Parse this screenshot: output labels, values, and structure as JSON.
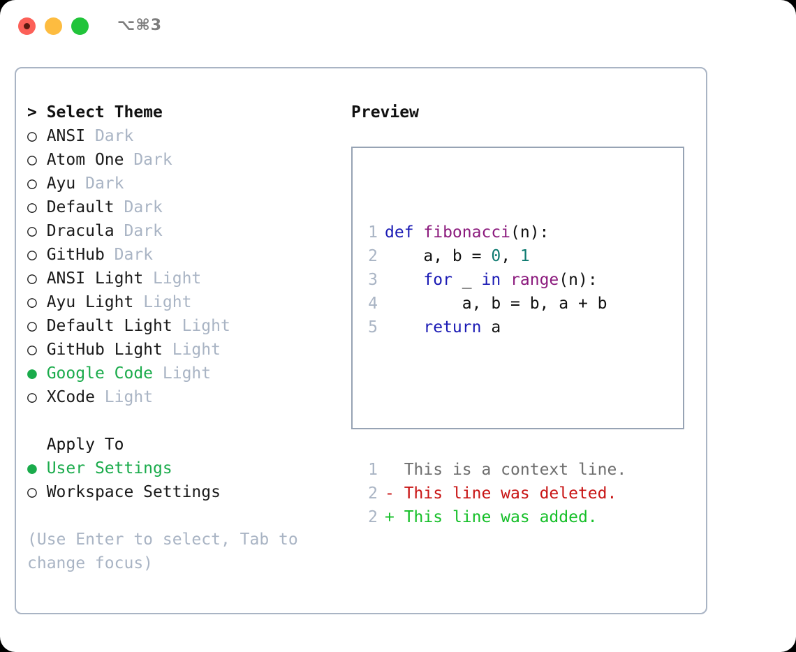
{
  "window": {
    "title_shortcut": "⌥⌘3",
    "traffic_lights": [
      {
        "name": "close-button",
        "color": "#fc6058"
      },
      {
        "name": "minimize-button",
        "color": "#fdbc40"
      },
      {
        "name": "maximize-button",
        "color": "#21c43a"
      }
    ]
  },
  "colors": {
    "accent_green": "#1aab4b",
    "muted": "#a9b4c4",
    "border": "#97a3b4",
    "keyword": "#1a1ab4",
    "function": "#8b1a7d",
    "number": "#0d7a70",
    "diff_deleted": "#c81414",
    "diff_added": "#15bf28",
    "diff_context": "#6e6e6e"
  },
  "theme_picker": {
    "heading": "> Select Theme",
    "bullet_unselected": "○",
    "bullet_selected": "●",
    "items": [
      {
        "bullet": "○",
        "label": "ANSI",
        "tag": "Dark",
        "selected": false
      },
      {
        "bullet": "○",
        "label": "Atom One",
        "tag": "Dark",
        "selected": false
      },
      {
        "bullet": "○",
        "label": "Ayu",
        "tag": "Dark",
        "selected": false
      },
      {
        "bullet": "○",
        "label": "Default",
        "tag": "Dark",
        "selected": false
      },
      {
        "bullet": "○",
        "label": "Dracula",
        "tag": "Dark",
        "selected": false
      },
      {
        "bullet": "○",
        "label": "GitHub",
        "tag": "Dark",
        "selected": false
      },
      {
        "bullet": "○",
        "label": "ANSI Light",
        "tag": "Light",
        "selected": false
      },
      {
        "bullet": "○",
        "label": "Ayu Light",
        "tag": "Light",
        "selected": false
      },
      {
        "bullet": "○",
        "label": "Default Light",
        "tag": "Light",
        "selected": false
      },
      {
        "bullet": "○",
        "label": "GitHub Light",
        "tag": "Light",
        "selected": false
      },
      {
        "bullet": "●",
        "label": "Google Code",
        "tag": "Light",
        "selected": true
      },
      {
        "bullet": "○",
        "label": "XCode",
        "tag": "Light",
        "selected": false
      }
    ]
  },
  "apply_to": {
    "heading": "  Apply To",
    "items": [
      {
        "bullet": "●",
        "label": "User Settings",
        "selected": true
      },
      {
        "bullet": "○",
        "label": "Workspace Settings",
        "selected": false
      }
    ]
  },
  "hint": "(Use Enter to select, Tab to change focus)",
  "preview": {
    "heading": "Preview",
    "code_lines": [
      {
        "number": "1",
        "tokens": [
          {
            "text": "def ",
            "cls": "kw"
          },
          {
            "text": "fibonacci",
            "cls": "fn"
          },
          {
            "text": "(n):",
            "cls": "pln"
          }
        ]
      },
      {
        "number": "2",
        "tokens": [
          {
            "text": "    a, b = ",
            "cls": "pln"
          },
          {
            "text": "0",
            "cls": "num"
          },
          {
            "text": ", ",
            "cls": "pln"
          },
          {
            "text": "1",
            "cls": "num"
          }
        ]
      },
      {
        "number": "3",
        "tokens": [
          {
            "text": "    ",
            "cls": "pln"
          },
          {
            "text": "for",
            "cls": "kw"
          },
          {
            "text": " _ ",
            "cls": "pln"
          },
          {
            "text": "in",
            "cls": "kw"
          },
          {
            "text": " ",
            "cls": "pln"
          },
          {
            "text": "range",
            "cls": "fn"
          },
          {
            "text": "(n):",
            "cls": "pln"
          }
        ]
      },
      {
        "number": "4",
        "tokens": [
          {
            "text": "        a, b = b, a + b",
            "cls": "pln"
          }
        ]
      },
      {
        "number": "5",
        "tokens": [
          {
            "text": "    ",
            "cls": "pln"
          },
          {
            "text": "return",
            "cls": "kw"
          },
          {
            "text": " a",
            "cls": "pln"
          }
        ]
      }
    ],
    "diff_lines": [
      {
        "number": "1",
        "marker": "  ",
        "text": "This is a context line.",
        "cls": "ctx"
      },
      {
        "number": "2",
        "marker": "- ",
        "text": "This line was deleted.",
        "cls": "del"
      },
      {
        "number": "2",
        "marker": "+ ",
        "text": "This line was added.",
        "cls": "add"
      }
    ]
  }
}
